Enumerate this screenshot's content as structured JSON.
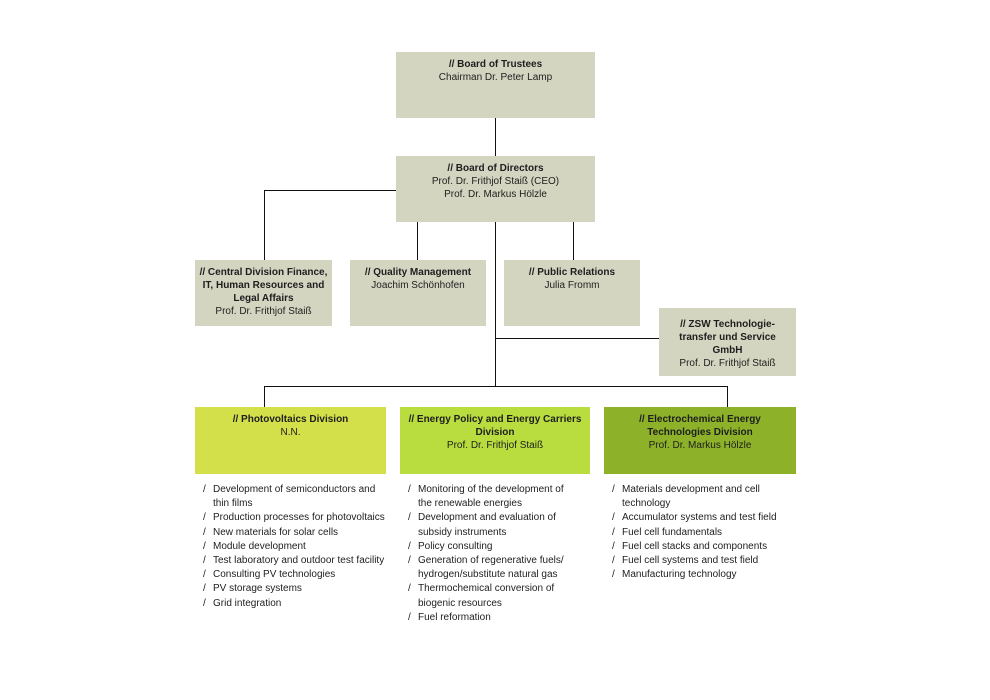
{
  "org_chart": {
    "board_of_trustees": {
      "title": "// Board of Trustees",
      "people": [
        "Chairman Dr. Peter Lamp"
      ]
    },
    "board_of_directors": {
      "title": "// Board of Directors",
      "people": [
        "Prof. Dr. Frithjof Staiß (CEO)",
        "Prof. Dr. Markus Hölzle"
      ]
    },
    "central_division": {
      "title": "// Central Division Finance, IT, Human Resources and Legal Affairs",
      "people": [
        "Prof. Dr. Frithjof Staiß"
      ]
    },
    "quality_management": {
      "title": "// Quality Management",
      "people": [
        "Joachim Schönhofen"
      ]
    },
    "public_relations": {
      "title": "// Public Relations",
      "people": [
        "Julia Fromm"
      ]
    },
    "zsw_service": {
      "title": "// ZSW Technologie-transfer und Service GmbH",
      "people": [
        "Prof. Dr. Frithjof Staiß"
      ]
    },
    "divisions": [
      {
        "title": "// Photovoltaics Division",
        "people": [
          "N.N."
        ],
        "color": "#d4e04a",
        "tasks": [
          "Development of semiconductors and thin films",
          "Production processes for photovoltaics",
          "New materials for solar cells",
          "Module development",
          "Test laboratory and outdoor test facility",
          "Consulting PV technologies",
          "PV storage systems",
          "Grid integration"
        ]
      },
      {
        "title": "// Energy Policy and Energy Carriers Division",
        "people": [
          "Prof. Dr. Frithjof Staiß"
        ],
        "color": "#b9dd3e",
        "tasks": [
          "Monitoring of the development of the renewable energies",
          "Development and evaluation of subsidy instruments",
          "Policy consulting",
          "Generation of regenerative fuels/ hydrogen/substitute natural gas",
          "Thermochemical conversion of biogenic resources",
          "Fuel reformation"
        ]
      },
      {
        "title": "// Electrochemical Energy Technologies Division",
        "people": [
          "Prof. Dr. Markus Hölzle"
        ],
        "color": "#8db22a",
        "tasks": [
          "Materials development and cell technology",
          "Accumulator systems and test field",
          "Fuel cell fundamentals",
          "Fuel cell stacks and components",
          "Fuel cell systems and test field",
          "Manufacturing technology"
        ]
      }
    ],
    "task_bullet": "/",
    "colors": {
      "staff_box": "#d3d5c0",
      "connector": "#111111"
    }
  }
}
